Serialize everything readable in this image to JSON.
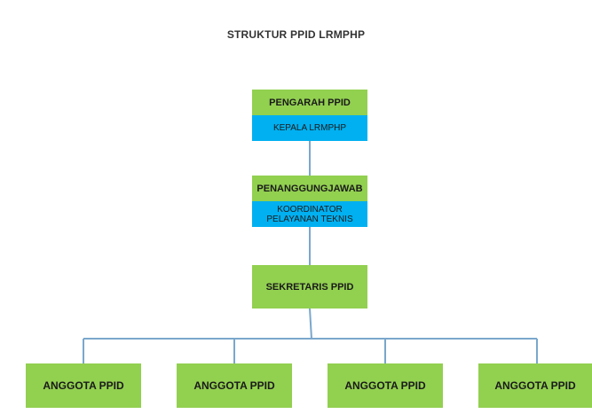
{
  "title": "STRUKTUR PPID LRMPHP",
  "nodes": {
    "pengarah": {
      "role": "PENGARAH PPID",
      "holder": "KEPALA LRMPHP"
    },
    "penanggungjawab": {
      "role": "PENANGGUNGJAWAB",
      "holder_line1": "KOORDINATOR",
      "holder_line2": "PELAYANAN TEKNIS"
    },
    "sekretaris": {
      "role": "SEKRETARIS PPID"
    },
    "anggota": [
      {
        "label": "ANGGOTA PPID"
      },
      {
        "label": "ANGGOTA PPID"
      },
      {
        "label": "ANGGOTA PPID"
      },
      {
        "label": "ANGGOTA PPID"
      }
    ]
  },
  "colors": {
    "role_fill": "#92d050",
    "holder_fill": "#00b0f0",
    "connector": "#7aa7cc",
    "title_text": "#333333"
  }
}
